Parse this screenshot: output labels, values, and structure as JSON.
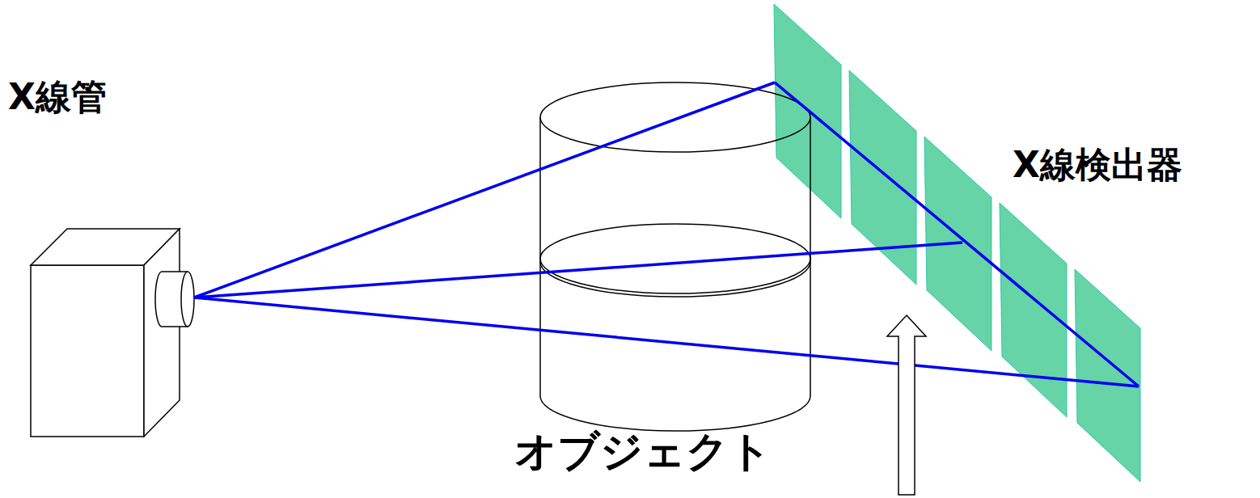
{
  "diagram": {
    "labels": [
      "X線管",
      "X線検出器",
      "オブジェクト"
    ]
  }
}
